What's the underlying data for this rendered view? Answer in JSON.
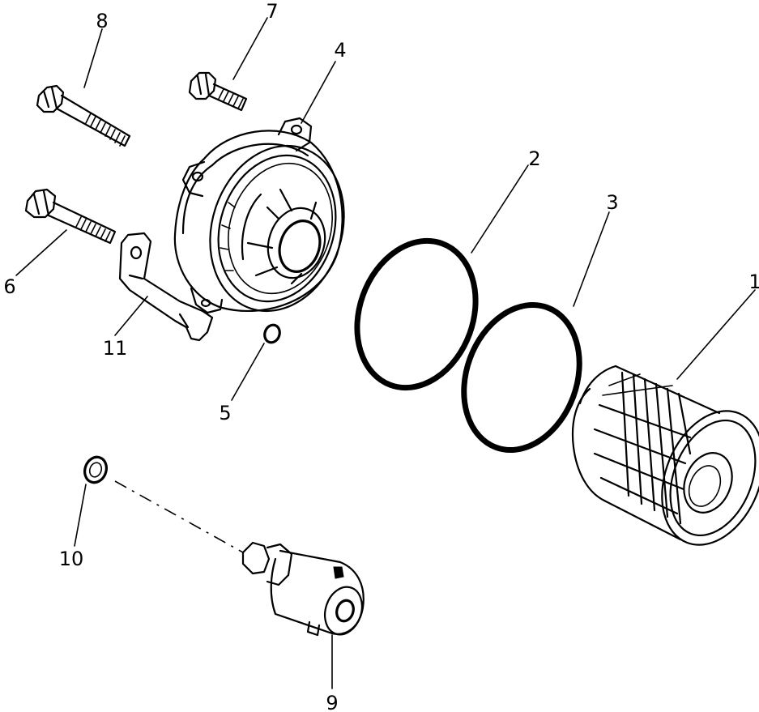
{
  "callouts": [
    {
      "id": "1",
      "text": "1"
    },
    {
      "id": "2",
      "text": "2"
    },
    {
      "id": "3",
      "text": "3"
    },
    {
      "id": "4",
      "text": "4"
    },
    {
      "id": "5",
      "text": "5"
    },
    {
      "id": "6",
      "text": "6"
    },
    {
      "id": "7",
      "text": "7"
    },
    {
      "id": "8",
      "text": "8"
    },
    {
      "id": "9",
      "text": "9"
    },
    {
      "id": "10",
      "text": "10"
    },
    {
      "id": "11",
      "text": "11"
    }
  ]
}
